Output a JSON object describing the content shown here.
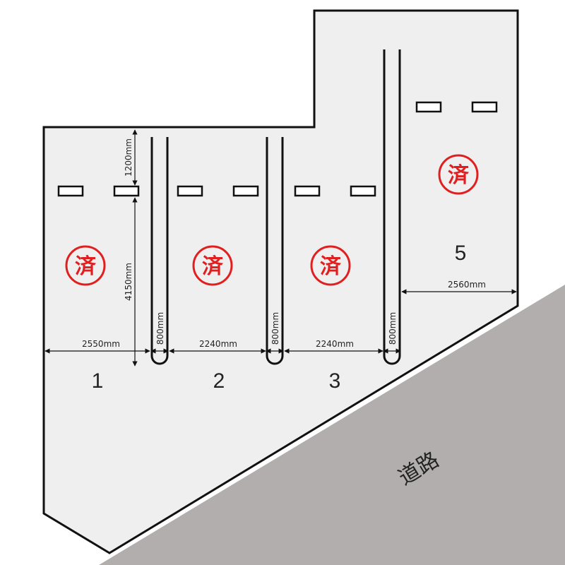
{
  "colors": {
    "lot": "#efefef",
    "road": "#b3aeae",
    "stroke": "#111111",
    "stamp": "#e02020"
  },
  "road": {
    "label": "道路"
  },
  "stamp_text": "済",
  "spaces": [
    {
      "number": "1",
      "width_label": "2550mm",
      "status": "済"
    },
    {
      "number": "2",
      "width_label": "2240mm",
      "status": "済"
    },
    {
      "number": "3",
      "width_label": "2240mm",
      "status": "済"
    },
    {
      "number": "5",
      "width_label": "2560mm",
      "status": "済"
    }
  ],
  "dimensions": {
    "top_gap": "1200mm",
    "depth": "4150mm",
    "divider": "800mm"
  }
}
